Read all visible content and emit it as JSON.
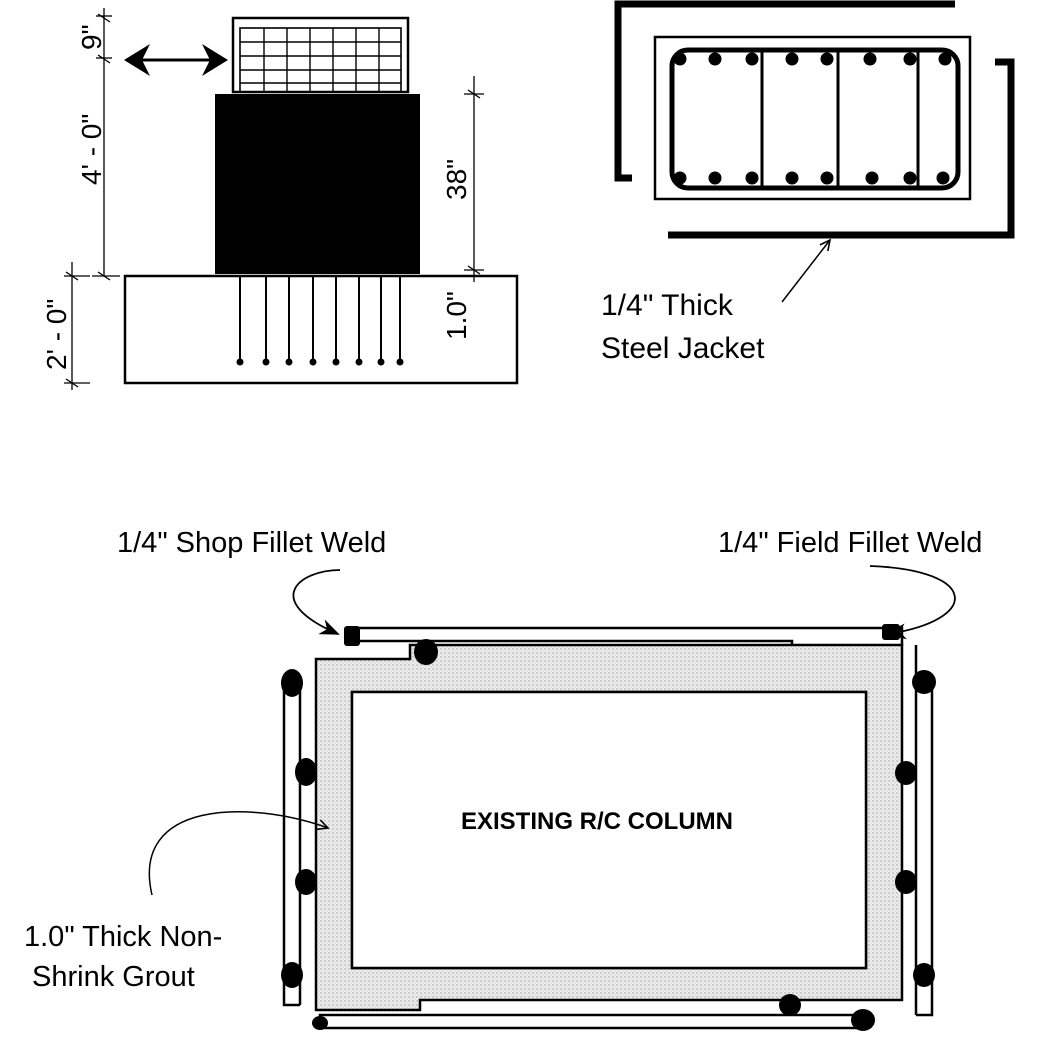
{
  "elevation": {
    "dim_top": "9\"",
    "dim_middle": "4' - 0\"",
    "dim_bottom": "2' - 0\"",
    "dim_right_upper": "38\"",
    "dim_right_lower": "1.0\""
  },
  "section": {
    "jacket_label_line1": "1/4\" Thick",
    "jacket_label_line2": "Steel Jacket"
  },
  "plan": {
    "shop_weld_label": "1/4\" Shop Fillet Weld",
    "field_weld_label": "1/4\" Field Fillet Weld",
    "column_label": "EXISTING R/C COLUMN",
    "grout_label_line1": "1.0\" Thick Non-",
    "grout_label_line2": "Shrink Grout"
  },
  "colors": {
    "ink": "#000000",
    "grout": "#d9d9d9",
    "paper": "#ffffff"
  }
}
